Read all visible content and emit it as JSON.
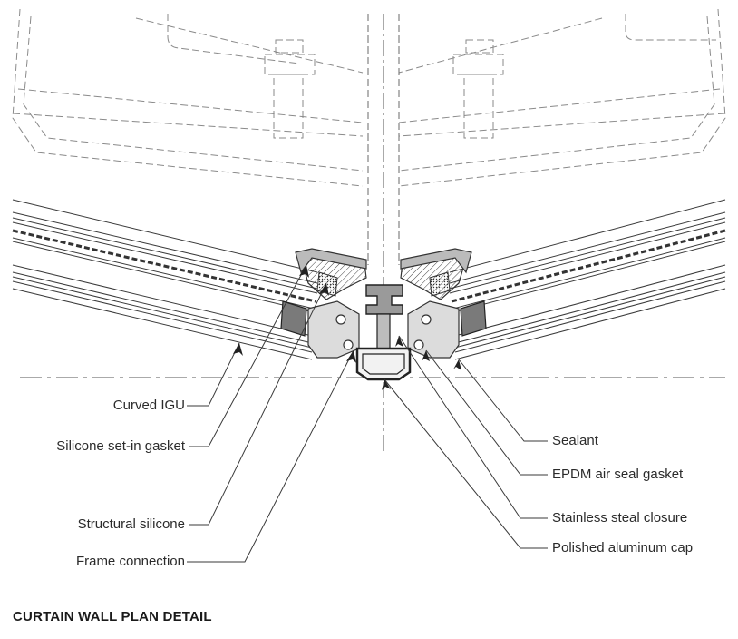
{
  "title": "CURTAIN WALL PLAN DETAIL",
  "callouts_left": [
    {
      "id": "curved-igu",
      "text": "Curved IGU"
    },
    {
      "id": "silicone-set-in-gasket",
      "text": "Silicone set-in gasket"
    },
    {
      "id": "structural-silicone",
      "text": "Structural silicone"
    },
    {
      "id": "frame-connection",
      "text": "Frame connection"
    }
  ],
  "callouts_right": [
    {
      "id": "sealant",
      "text": "Sealant"
    },
    {
      "id": "epdm-air-seal-gasket",
      "text": "EPDM air seal gasket"
    },
    {
      "id": "stainless-steal-closure",
      "text": "Stainless steal closure"
    },
    {
      "id": "polished-aluminum-cap",
      "text": "Polished aluminum cap"
    }
  ],
  "colors": {
    "line": "#3a3a3a",
    "dashed": "#8a8a8a",
    "text": "#2b2b2b",
    "fill_gray": "#9a9a9a"
  }
}
